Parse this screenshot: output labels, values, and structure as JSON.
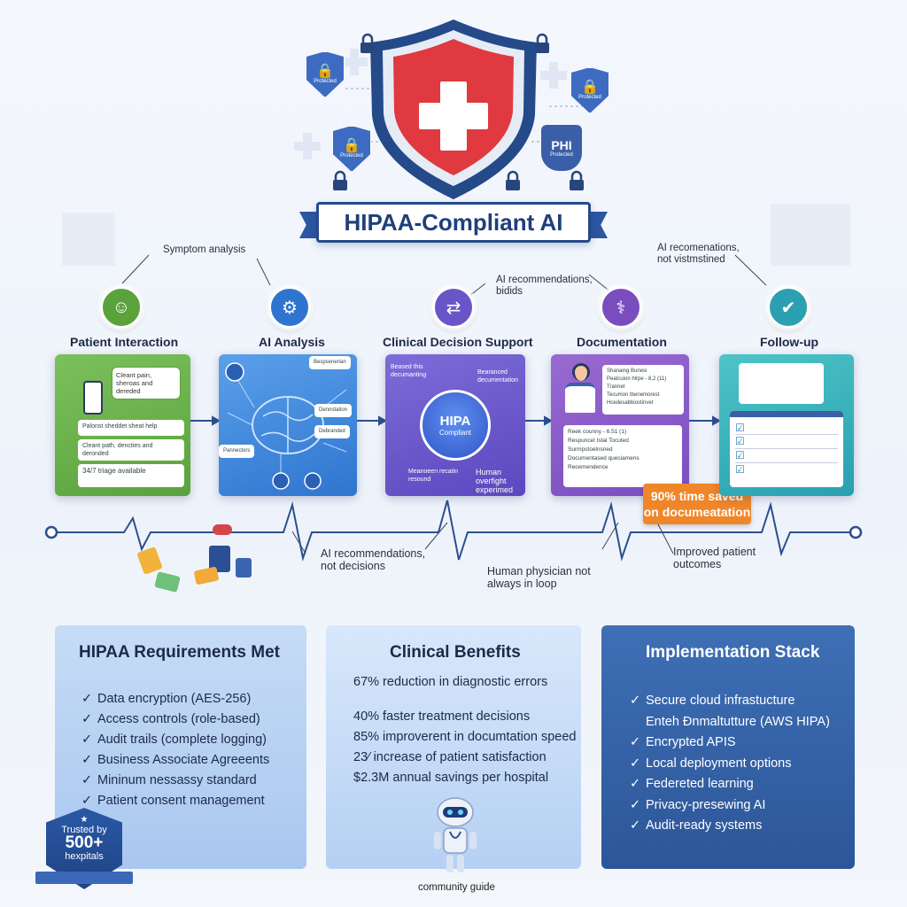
{
  "header": {
    "banner_title": "HIPAA-Compliant AI",
    "phi_label": "PHI",
    "phi_sub": "Protected",
    "lock_badge_label": "Protected"
  },
  "colors": {
    "shield_red": "#e0393f",
    "shield_blue": "#244a8a",
    "green": "#5aa23c",
    "blue": "#2f75cf",
    "purple": "#5b48bf",
    "violet": "#7a4dbf",
    "teal": "#2aa0b0",
    "orange": "#f0862a"
  },
  "flow": {
    "steps": [
      {
        "title": "Patient Interaction",
        "icon": "patient-avatar-icon",
        "color": "#5aa23c"
      },
      {
        "title": "AI Analysis",
        "icon": "brain-chip-icon",
        "color": "#2f75cf"
      },
      {
        "title": "Clinical Decision Support",
        "icon": "decision-flow-icon",
        "color": "#6a55c8"
      },
      {
        "title": "Documentation",
        "icon": "doctor-icon",
        "color": "#7a4dbf"
      },
      {
        "title": "Follow-up",
        "icon": "followup-icon",
        "color": "#2aa0b0"
      }
    ],
    "top_callouts": {
      "symptom": "Symptom analysis",
      "ai_rec_1": "AI recommendations, bidids",
      "ai_rec_2": "AI recomenations, not vistmstined"
    },
    "bottom_callouts": {
      "rec": "AI recommendations, not decisions",
      "human": "Human physician not always in loop",
      "outcomes": "Improved patient outcomes"
    },
    "green_card": {
      "speech": "Cleant pain, sheroas and dereded",
      "row1": "Palonst sheddet sheat help",
      "row2": "Cleant path, dencties and deronded",
      "row3": "34/7 triage available"
    },
    "blue_card": {
      "tags": [
        "Bespsenerian",
        "Dennstation",
        "Debranded",
        "Pannectors"
      ]
    },
    "purple_card": {
      "top_left": "Beased this decumanting",
      "top_right": "Bearanced decumentation",
      "circle_title": "HIPA",
      "circle_sub": "Compliant",
      "bottom_left": "Meanoeen recatin resound",
      "bottom_right": "Human overfight experimed"
    },
    "violet_card": {
      "notes": [
        "Shanaing Bunesi",
        "Peatcuion hlrpe - 8,2 (11)",
        "Trannet",
        "Tecumon tbenemorest",
        "Hcedesabbiostinvet"
      ],
      "panel": [
        "Reek counny - 6.51 (1)",
        "Respuncel Istal Tocuted",
        "Surmpstoelnsned",
        "Documentased queciamens",
        "Recemendence"
      ]
    },
    "time_saved": "90% time saved on documeatation"
  },
  "boxes": {
    "requirements": {
      "title": "HIPAA Requirements Met",
      "items": [
        "Data encryption (AES-256)",
        "Access controls (role-based)",
        "Audit trails (complete logging)",
        "Business Associate Agreeents",
        "Mininum nessassy standard",
        "Patient consent management"
      ]
    },
    "benefits": {
      "title": "Clinical Benefits",
      "items": [
        "67% reduction in diagnostic errors",
        "40% faster treatment decisions",
        "85% improverent in documtation speed",
        "23⁄ increase of patient satisfaction",
        "$2.3M annual savings per hospital"
      ]
    },
    "stack": {
      "title": "Implementation Stack",
      "items": [
        "Secure cloud infrastucture",
        "Enteh Đnmaltutture (AWS HIPA)",
        "Encrypted APIS",
        "Local deployment options",
        "Federeted learning",
        "Privacy-presewing AI",
        "Audit-ready systems"
      ]
    }
  },
  "trust": {
    "line1": "Trusted by",
    "line2": "500+",
    "line3": "hexpitals"
  },
  "footer": {
    "guide": "community guide"
  }
}
